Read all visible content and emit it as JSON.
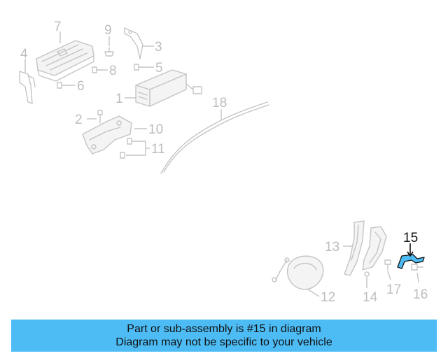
{
  "diagram": {
    "callouts": [
      "1",
      "2",
      "3",
      "4",
      "5",
      "6",
      "7",
      "8",
      "9",
      "10",
      "11",
      "12",
      "13",
      "14",
      "15",
      "16",
      "17",
      "18"
    ],
    "highlighted_callout": "15",
    "highlight_color": "#4dbcf5"
  },
  "banner": {
    "line1": "Part or sub-assembly is #15 in diagram",
    "line2": "Diagram may not be specific to your vehicle",
    "background": "#4dbcf5"
  }
}
